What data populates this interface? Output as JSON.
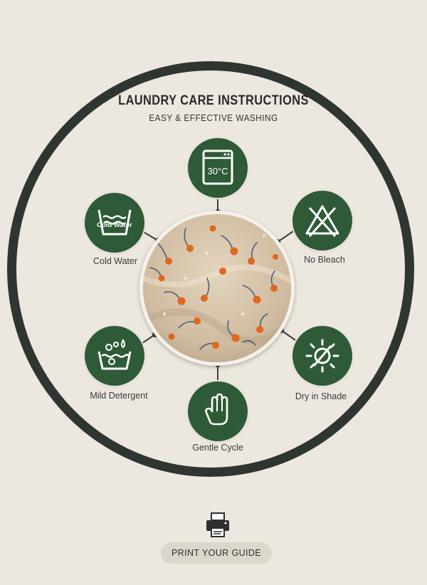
{
  "header": {
    "title": "LAUNDRY CARE INSTRUCTIONS",
    "subtitle": "EASY & EFFECTIVE WASHING"
  },
  "nodes": [
    {
      "label": "",
      "icon": "washing-machine-30c-icon",
      "icon_text": "30°C"
    },
    {
      "label": "Cold Water",
      "icon": "cold-water-basin-icon",
      "icon_text": "Cold Water"
    },
    {
      "label": "No Bleach",
      "icon": "no-bleach-icon"
    },
    {
      "label": "Mild Detergent",
      "icon": "mild-detergent-icon"
    },
    {
      "label": "Dry in Shade",
      "icon": "dry-in-shade-icon"
    },
    {
      "label": "Gentle Cycle",
      "icon": "gentle-cycle-hand-icon"
    }
  ],
  "center": {
    "image": "floral-fabric-swatch"
  },
  "footer": {
    "print_label": "PRINT YOUR GUIDE",
    "icon": "printer-icon"
  },
  "colors": {
    "background": "#ece8df",
    "ring": "#2f3530",
    "node": "#2f5a37",
    "icon_stroke": "#ffffff"
  }
}
